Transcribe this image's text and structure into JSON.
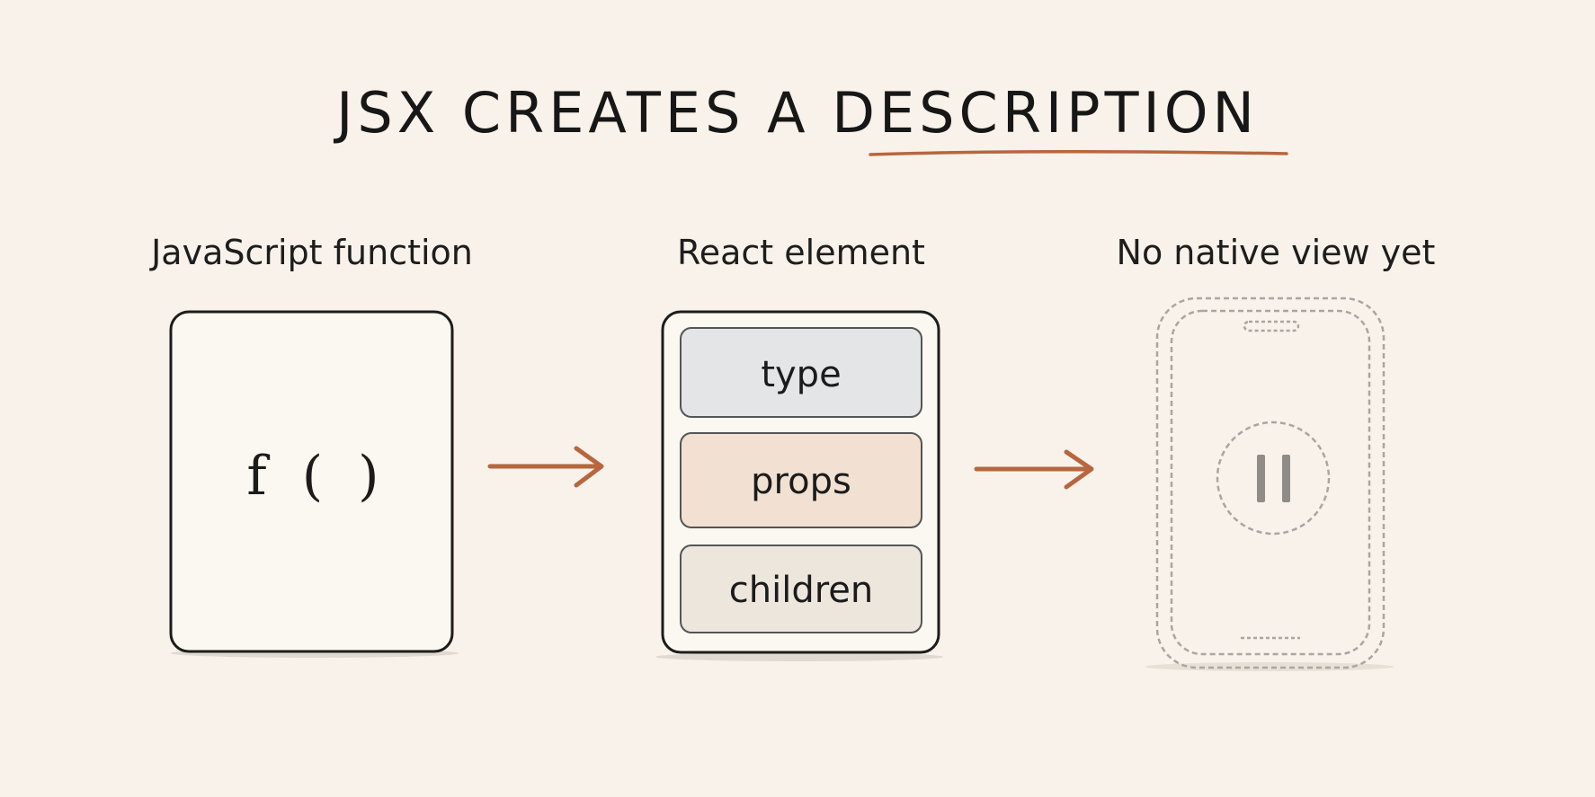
{
  "title": "JSX CREATES A DESCRIPTION",
  "stages": [
    {
      "label": "JavaScript function",
      "content": "f ( )"
    },
    {
      "label": "React element",
      "fields": [
        "type",
        "props",
        "children"
      ]
    },
    {
      "label": "No native view yet"
    }
  ],
  "colors": {
    "background": "#f8f2ea",
    "accent": "#b7663f",
    "ink": "#1c1c1c",
    "type_fill": "#e3e5e6",
    "props_fill": "#f2e1d2",
    "children_fill": "#ede6dd",
    "dashed": "#a9a6a2"
  }
}
